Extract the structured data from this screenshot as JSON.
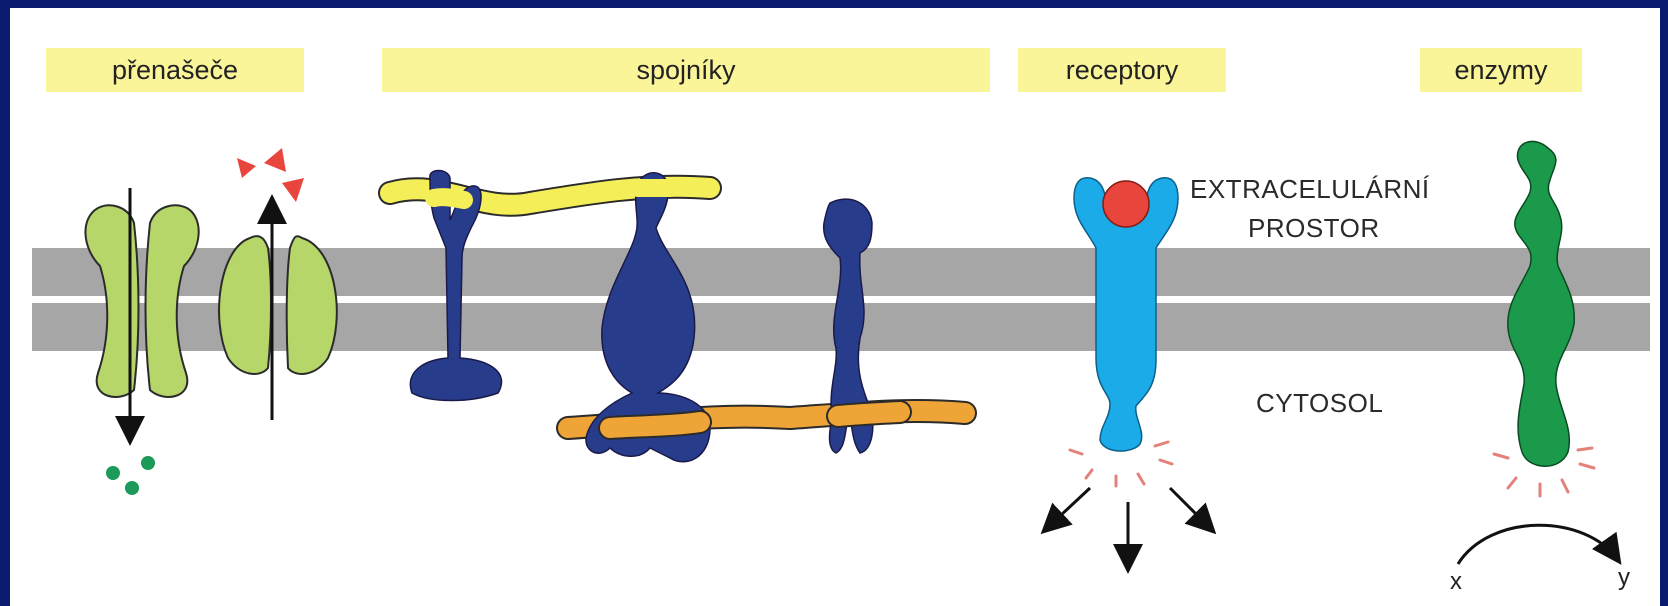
{
  "categories": {
    "carriers": "přenašeče",
    "linkers": "spojníky",
    "receptors": "receptory",
    "enzymes": "enzymy"
  },
  "regions": {
    "extracellular_line1": "EXTRACELULÁRNÍ",
    "extracellular_line2": "PROSTOR",
    "cytosol": "CYTOSOL"
  },
  "reaction": {
    "substrate": "x",
    "product": "y"
  },
  "colors": {
    "frame": "#0a1a6e",
    "membrane": "#a6a6a6",
    "label_highlight": "#fbf59a",
    "carrier_protein": "#b6d66a",
    "linker_protein": "#283c8c",
    "extracellular_fiber": "#f4ee58",
    "intracellular_fiber": "#efa437",
    "receptor": "#1aabe8",
    "ligand": "#e8463c",
    "enzyme": "#1a9a4a",
    "solute_green": "#1c9a5a",
    "solute_red": "#e8463c"
  }
}
